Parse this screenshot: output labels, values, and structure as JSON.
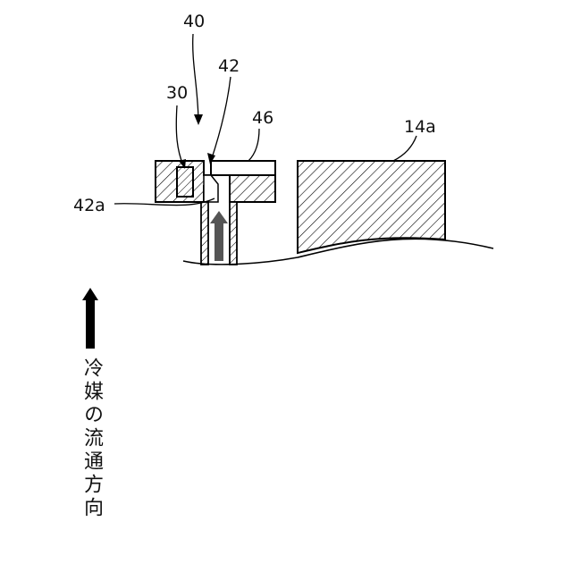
{
  "labels": {
    "ref_40": "40",
    "ref_42": "42",
    "ref_30": "30",
    "ref_46": "46",
    "ref_14a": "14a",
    "ref_42a": "42a"
  },
  "flow_direction_label": "冷媒の流通方向"
}
